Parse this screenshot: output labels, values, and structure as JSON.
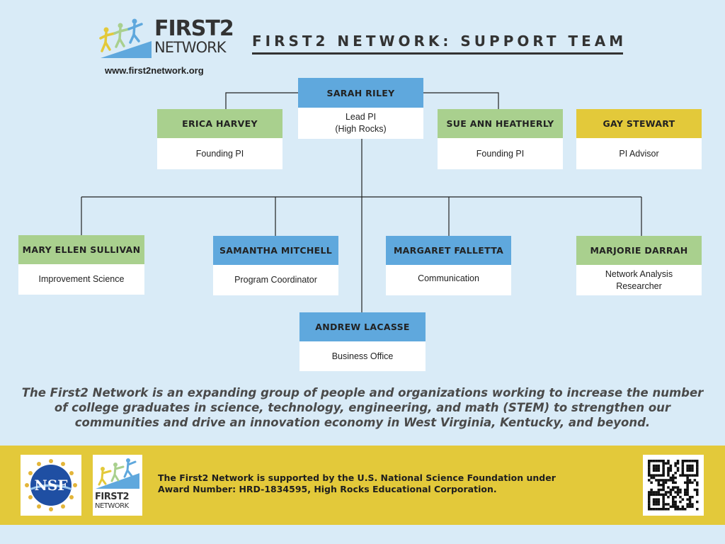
{
  "header": {
    "logo_line1": "FIRST2",
    "logo_line2": "NETWORK",
    "website": "www.first2network.org",
    "title": "FIRST2 NETWORK: SUPPORT TEAM"
  },
  "lead": {
    "name": "SARAH RILEY",
    "role": "Lead PI\n(High Rocks)"
  },
  "top_row": [
    {
      "name": "ERICA HARVEY",
      "role": "Founding PI"
    },
    {
      "name": "SUE ANN HEATHERLY",
      "role": "Founding PI"
    },
    {
      "name": "GAY STEWART",
      "role": "PI Advisor"
    }
  ],
  "team": [
    {
      "name": "MARY ELLEN SULLIVAN",
      "role": "Improvement Science"
    },
    {
      "name": "SAMANTHA MITCHELL",
      "role": "Program Coordinator"
    },
    {
      "name": "MARGARET FALLETTA",
      "role": "Communication"
    },
    {
      "name": "MARJORIE DARRAH",
      "role": "Network Analysis\nResearcher"
    }
  ],
  "bottom": {
    "name": "ANDREW LACASSE",
    "role": "Business Office"
  },
  "mission": "The First2 Network is an expanding group of people and organizations working to increase the number of college graduates in science, technology, engineering, and math (STEM) to strengthen our communities and drive an innovation economy in West Virginia, Kentucky, and beyond.",
  "footer": {
    "support_text": "The First2 Network is supported by the U.S. National Science Foundation under\nAward Number: HRD-1834595, High Rocks Educational Corporation.",
    "nsf_label": "NSF",
    "logo_line1": "FIRST2",
    "logo_line2": "NETWORK"
  },
  "colors": {
    "background": "#d9ebf7",
    "green": "#a9d08e",
    "blue": "#5fa8dd",
    "yellow": "#e3c93a"
  }
}
